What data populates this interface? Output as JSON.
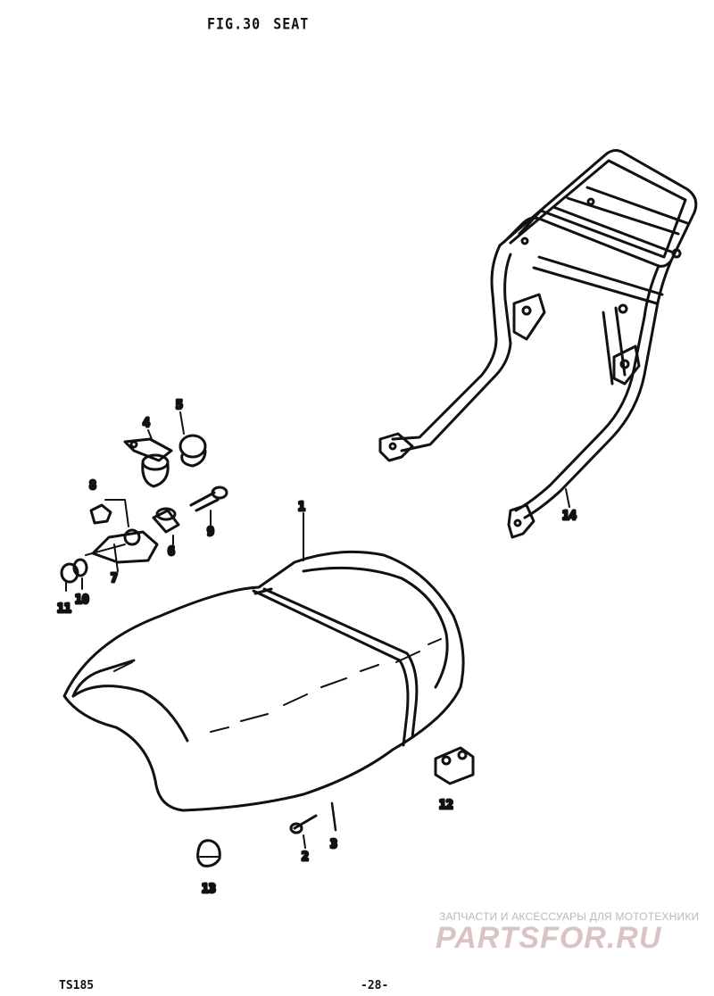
{
  "figure": {
    "number": "FIG.30",
    "name": "SEAT"
  },
  "parts": [
    {
      "id": "1"
    },
    {
      "id": "2"
    },
    {
      "id": "3"
    },
    {
      "id": "4"
    },
    {
      "id": "5"
    },
    {
      "id": "6"
    },
    {
      "id": "7"
    },
    {
      "id": "8"
    },
    {
      "id": "9"
    },
    {
      "id": "10"
    },
    {
      "id": "11"
    },
    {
      "id": "12"
    },
    {
      "id": "13"
    },
    {
      "id": "14"
    }
  ],
  "footer": {
    "model": "TS185",
    "page": "-28-"
  },
  "watermark": {
    "line": "ЗАПЧАСТИ И АКСЕССУАРЫ ДЛЯ МОТОТЕХНИКИ",
    "brand": "PARTSFOR.RU"
  }
}
